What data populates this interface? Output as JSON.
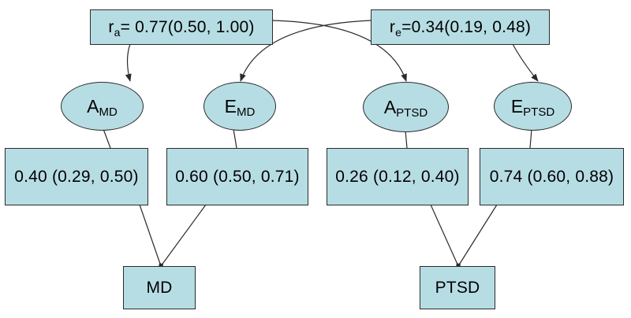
{
  "correlations": {
    "ra": {
      "symbol": "r",
      "sub": "a",
      "text": " = 0.77(0.50, 1.00)"
    },
    "re": {
      "symbol": "r",
      "sub": "e",
      "text": " =0.34(0.19, 0.48)"
    }
  },
  "latent": {
    "a_md": {
      "letter": "A",
      "sub": "MD"
    },
    "e_md": {
      "letter": "E",
      "sub": "MD"
    },
    "a_ptsd": {
      "letter": "A",
      "sub": "PTSD"
    },
    "e_ptsd": {
      "letter": "E",
      "sub": "PTSD"
    }
  },
  "estimates": {
    "a_md": "0.40 (0.29, 0.50)",
    "e_md": "0.60 (0.50, 0.71)",
    "a_ptsd": "0.26 (0.12, 0.40)",
    "e_ptsd": "0.74 (0.60, 0.88)"
  },
  "outcomes": {
    "md": "MD",
    "ptsd": "PTSD"
  },
  "colors": {
    "fill": "#b7dde4",
    "stroke": "#2b2b2b"
  }
}
